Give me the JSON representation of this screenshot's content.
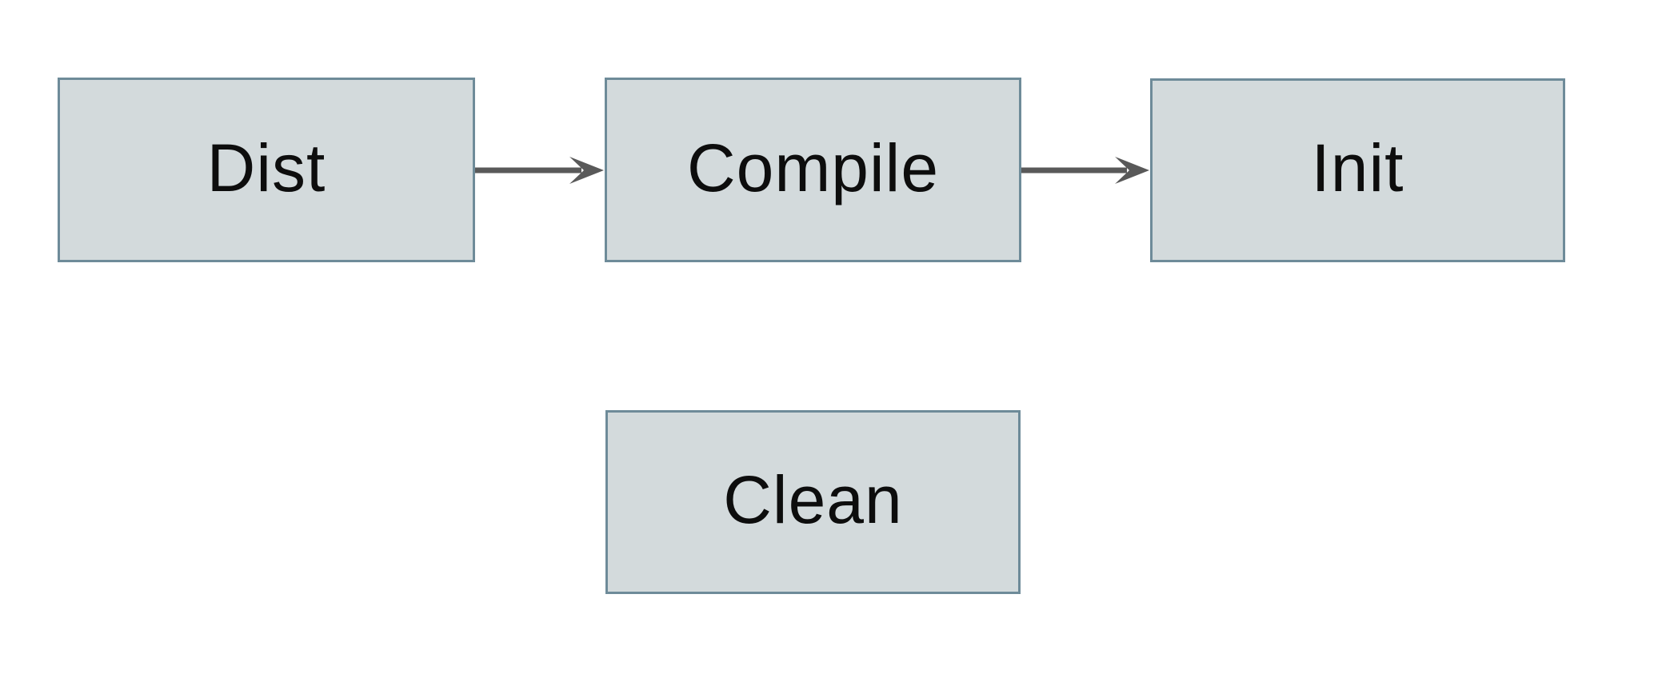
{
  "diagram": {
    "type": "flowchart",
    "nodes": [
      {
        "id": "dist",
        "label": "Dist"
      },
      {
        "id": "compile",
        "label": "Compile"
      },
      {
        "id": "init",
        "label": "Init"
      },
      {
        "id": "clean",
        "label": "Clean"
      }
    ],
    "edges": [
      {
        "from": "dist",
        "to": "compile",
        "arrowhead": "dart-right-icon"
      },
      {
        "from": "compile",
        "to": "init",
        "arrowhead": "dart-right-icon"
      }
    ],
    "colors": {
      "background": "#ffffff",
      "node_fill": "#d3dadc",
      "node_border": "#6e8b99",
      "arrow": "#595959",
      "text": "#0d0d0d"
    }
  }
}
